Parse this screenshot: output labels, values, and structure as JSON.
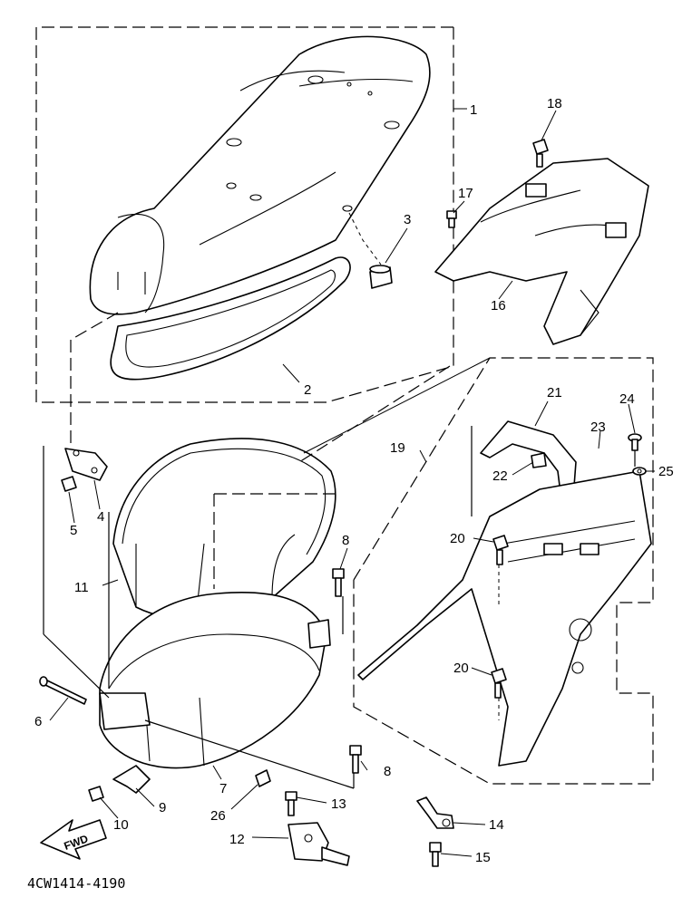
{
  "diagram": {
    "drawing_code": "4CW1414-4190",
    "fwd_label": "FWD",
    "callouts": {
      "p1": "1",
      "p2": "2",
      "p3": "3",
      "p4": "4",
      "p5": "5",
      "p6": "6",
      "p7": "7",
      "p8a": "8",
      "p8b": "8",
      "p9": "9",
      "p10": "10",
      "p11": "11",
      "p12": "12",
      "p13": "13",
      "p14": "14",
      "p15": "15",
      "p16": "16",
      "p17": "17",
      "p18": "18",
      "p19": "19",
      "p20a": "20",
      "p20b": "20",
      "p21": "21",
      "p22": "22",
      "p23": "23",
      "p24": "24",
      "p25": "25",
      "p26": "26"
    }
  }
}
